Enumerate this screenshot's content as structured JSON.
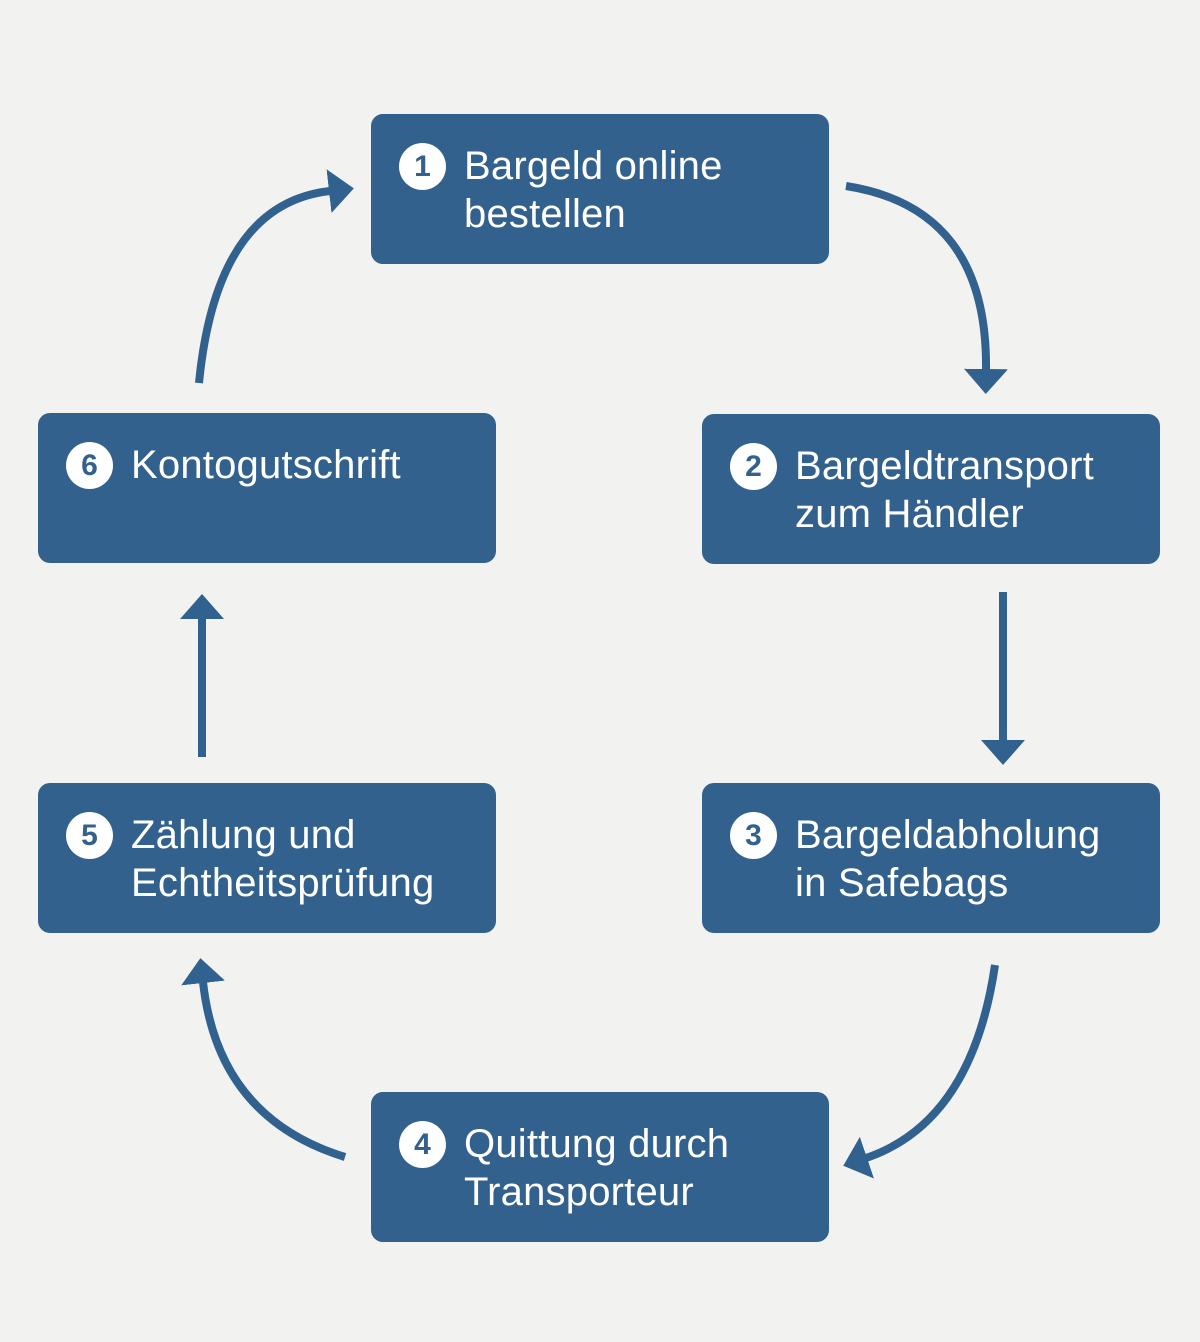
{
  "colors": {
    "background": "#f2f2f1",
    "box": "#33618d",
    "arrow": "#31618e",
    "badge_bg": "#ffffff",
    "badge_text": "#33618d",
    "box_text": "#ffffff"
  },
  "diagram": {
    "type": "cycle",
    "steps": [
      {
        "num": "1",
        "line1": "Bargeld online",
        "line2": "bestellen"
      },
      {
        "num": "2",
        "line1": "Bargeldtransport",
        "line2": "zum Händler"
      },
      {
        "num": "3",
        "line1": "Bargeldabholung",
        "line2": "in Safebags"
      },
      {
        "num": "4",
        "line1": "Quittung durch",
        "line2": "Transporteur"
      },
      {
        "num": "5",
        "line1": "Zählung und",
        "line2": "Echtheitsprüfung"
      },
      {
        "num": "6",
        "line1": "Kontogutschrift",
        "line2": ""
      }
    ],
    "arrows": [
      {
        "from": "1",
        "to": "2",
        "shape": "curved"
      },
      {
        "from": "2",
        "to": "3",
        "shape": "straight"
      },
      {
        "from": "3",
        "to": "4",
        "shape": "curved"
      },
      {
        "from": "4",
        "to": "5",
        "shape": "curved"
      },
      {
        "from": "5",
        "to": "6",
        "shape": "straight"
      },
      {
        "from": "6",
        "to": "1",
        "shape": "curved"
      }
    ]
  }
}
